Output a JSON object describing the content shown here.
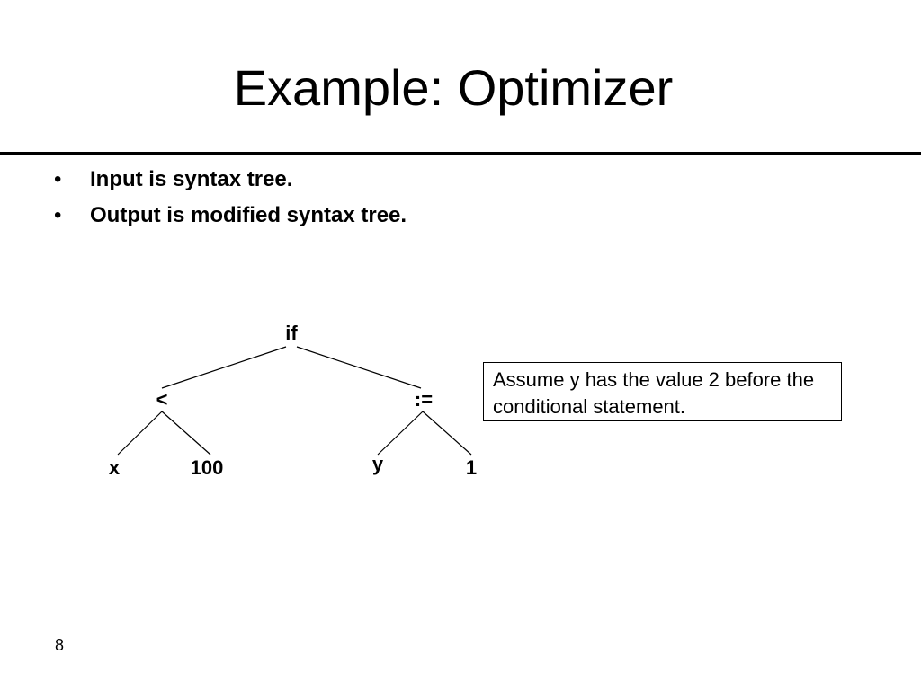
{
  "slide": {
    "title": "Example: Optimizer",
    "bullets": [
      "Input is syntax tree.",
      "Output is modified syntax tree."
    ],
    "bullet_marker": "•",
    "note": "Assume y has the value 2 before the conditional statement.",
    "page_number": "8"
  },
  "tree": {
    "root": "if",
    "left_op": "<",
    "right_op": ":=",
    "leaf_1": "x",
    "leaf_2": "100",
    "leaf_3": "y",
    "leaf_4": "1"
  }
}
